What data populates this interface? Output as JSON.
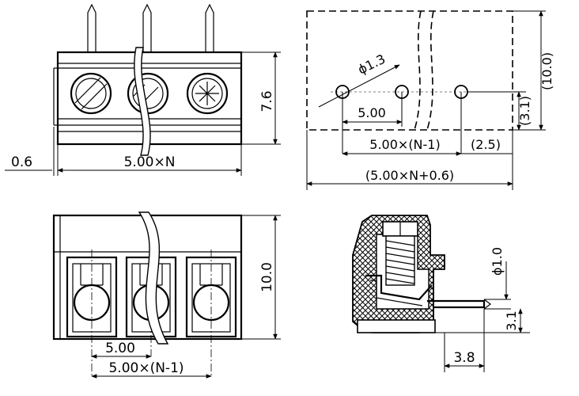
{
  "top_view": {
    "dim_height": "7.6",
    "dim_offset": "0.6",
    "dim_pitch_total": "5.00×N"
  },
  "pcb_layout": {
    "dim_hole_diameter": "ϕ1.3",
    "dim_pitch": "5.00",
    "dim_row_span": "5.00×(N-1)",
    "dim_edge_offset": "2.5",
    "dim_row_to_edge": "3.1",
    "dim_depth": "(10.0)",
    "dim_total_length": "(5.00×N+0.6)"
  },
  "front_view": {
    "dim_height": "10.0",
    "dim_pitch": "5.00",
    "dim_span": "5.00×(N-1)"
  },
  "side_view": {
    "dim_pin_diameter": "ϕ1.0",
    "dim_pin_height": "3.1",
    "dim_pin_offset": "3.8"
  }
}
